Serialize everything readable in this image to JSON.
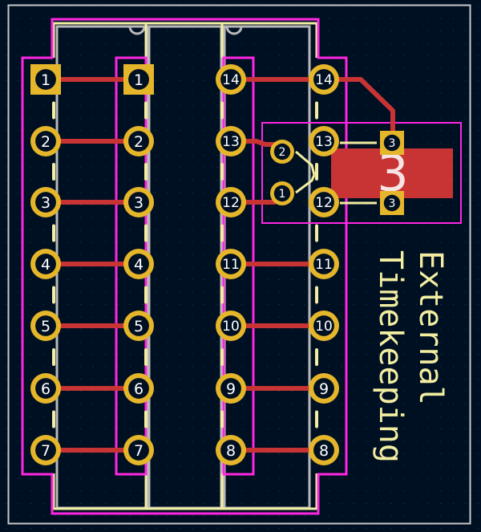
{
  "board": {
    "title": "PCB Layout - External Timekeeping adapter",
    "silkscreen_text": [
      "External",
      "Timekeeping"
    ],
    "ref_label": "3",
    "colors": {
      "background": "#001023",
      "grid_dot": "#3a4a5e",
      "board_edge": "#c8c8c8",
      "courtyard": "#ff26e2",
      "fab_outline": "#c2c2c2",
      "silkscreen": "#f2eda1",
      "pad": "#e5b52a",
      "pad_hole": "#001023",
      "copper_track": "#c83434"
    }
  },
  "footprints": [
    {
      "id": "dip-left-outer",
      "pins": [
        "1",
        "2",
        "3",
        "4",
        "5",
        "6",
        "7"
      ]
    },
    {
      "id": "dip-left-inner",
      "pins": [
        "1",
        "2",
        "3",
        "4",
        "5",
        "6",
        "7"
      ]
    },
    {
      "id": "dip-right-inner",
      "pins": [
        "14",
        "13",
        "12",
        "11",
        "10",
        "9",
        "8"
      ]
    },
    {
      "id": "dip-right-outer",
      "pins": [
        "14",
        "13",
        "12",
        "11",
        "10",
        "9",
        "8"
      ]
    },
    {
      "id": "crystal",
      "pins": [
        "2",
        "1"
      ]
    },
    {
      "id": "connector-3",
      "pins": [
        "3",
        "3"
      ]
    }
  ]
}
